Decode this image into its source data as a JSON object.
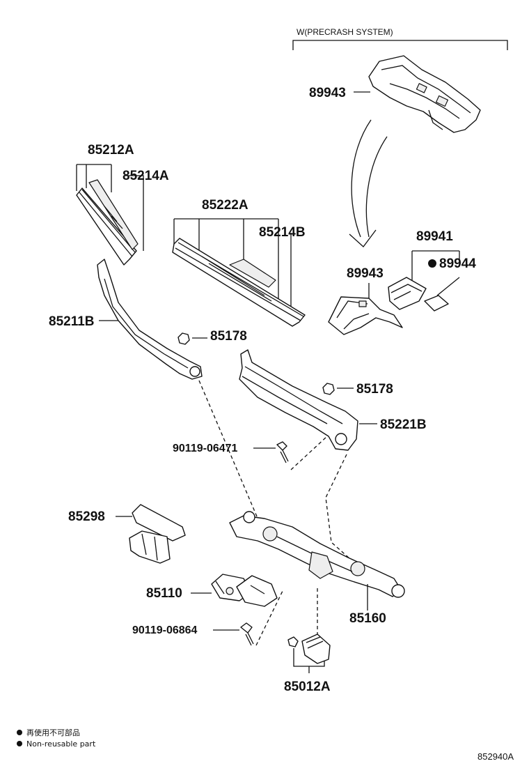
{
  "header": {
    "variant_label": "W(PRECRASH SYSTEM)"
  },
  "parts": {
    "p89943_top": "89943",
    "p85212A": "85212A",
    "p85214A": "85214A",
    "p85222A": "85222A",
    "p85214B": "85214B",
    "p89941": "89941",
    "p89944": "89944",
    "p89943_low": "89943",
    "p85211B": "85211B",
    "p85178_a": "85178",
    "p85178_b": "85178",
    "p85221B": "85221B",
    "p90119_06471": "90119-06471",
    "p85298": "85298",
    "p85110": "85110",
    "p85160": "85160",
    "p90119_06864": "90119-06864",
    "p85012A": "85012A"
  },
  "legend": {
    "jp": "再使用不可部品",
    "en": "Non-reusable part"
  },
  "figure_code": "852940A"
}
